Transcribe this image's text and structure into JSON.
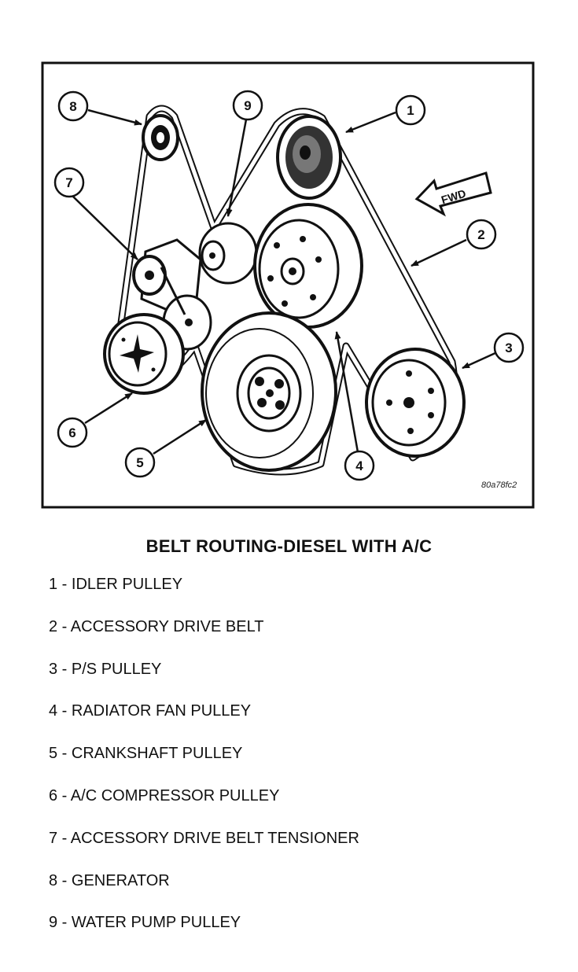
{
  "diagram": {
    "fwd_label": "FWD",
    "figure_id": "80a78fc2",
    "callouts": [
      "1",
      "2",
      "3",
      "4",
      "5",
      "6",
      "7",
      "8",
      "9"
    ]
  },
  "caption": "BELT ROUTING-DIESEL WITH A/C",
  "legend": [
    "1 - IDLER PULLEY",
    "2 - ACCESSORY DRIVE BELT",
    "3 - P/S PULLEY",
    "4 - RADIATOR FAN PULLEY",
    "5 - CRANKSHAFT PULLEY",
    "6 - A/C COMPRESSOR PULLEY",
    "7 - ACCESSORY DRIVE BELT TENSIONER",
    "8 - GENERATOR",
    "9 - WATER PUMP PULLEY"
  ]
}
